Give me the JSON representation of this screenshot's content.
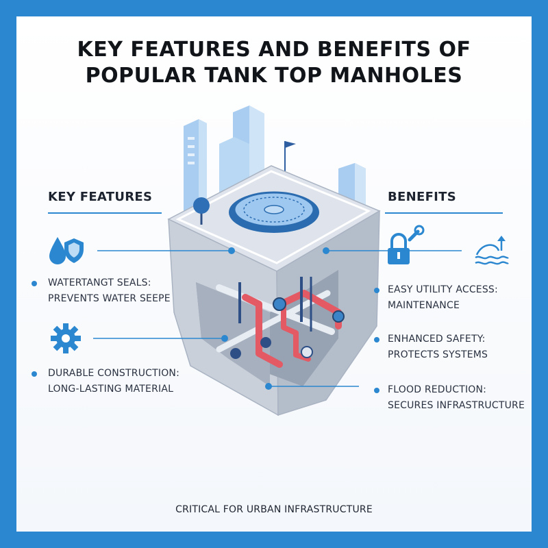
{
  "title": {
    "line1": "KEY FEATURES AND BENEFITS OF",
    "line2": "POPULAR TANK TOP MANHOLES"
  },
  "features": {
    "heading": "KEY FEATURES",
    "items": [
      {
        "title": "WATERTANGT SEALS:",
        "subtitle": "PREVENTS WATER SEEPE",
        "icon": "water-drop-shield-icon"
      },
      {
        "title": "DURABLE CONSTRUCTION:",
        "subtitle": "LONG-LASTING MATERIAL",
        "icon": "gear-icon"
      }
    ]
  },
  "benefits": {
    "heading": "BENEFITS",
    "items": [
      {
        "title": "EASY UTILITY ACCESS:",
        "subtitle": "MAINTENANCE",
        "icon": "padlock-wrench-icon"
      },
      {
        "title": "ENHANCED SAFETY:",
        "subtitle": "PROTECTS SYSTEMS",
        "icon": ""
      },
      {
        "title": "FLOOD REDUCTION:",
        "subtitle": "SECURES INFRASTRUCTURE",
        "icon": "wave-arrow-icon"
      }
    ]
  },
  "footer": "CRITICAL FOR URBAN INFRASTRUCTURE",
  "colors": {
    "border": "#2b87cf",
    "accent": "#2b87cf",
    "pipe_red": "#e45a64",
    "concrete": "#c4cbd6",
    "building": "#a9cdf0"
  }
}
